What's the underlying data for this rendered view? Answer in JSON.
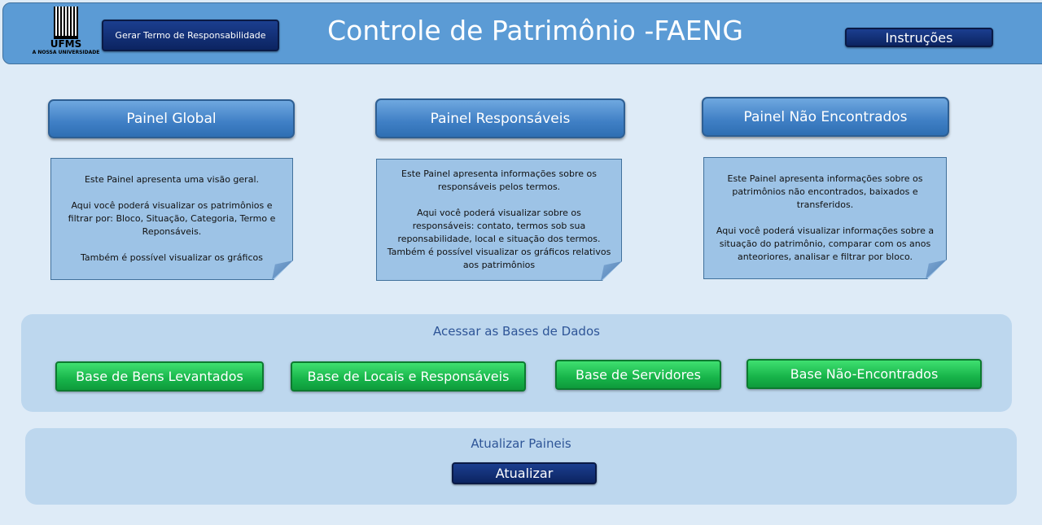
{
  "header": {
    "logo_text": "UFMS",
    "logo_subtext": "A NOSSA UNIVERSIDADE",
    "gerar_label": "Gerar Termo de Responsabilidade",
    "title": "Controle de Patrimônio -FAENG",
    "instrucoes_label": "Instruções"
  },
  "panels": [
    {
      "label": "Painel Global",
      "description": "Este Painel apresenta uma visão geral.\n\nAqui você poderá visualizar os patrimônios e filtrar por:  Bloco, Situação, Categoria, Termo e Reponsáveis.\n\nTambém é possível visualizar os gráficos"
    },
    {
      "label": "Painel Responsáveis",
      "description": "Este Painel apresenta informações sobre os responsáveis pelos termos.\n\nAqui você poderá visualizar sobre os responsáveis: contato, termos sob sua reponsabilidade, local e situação dos termos.\nTambém é possível visualizar os gráficos relativos aos patrimônios"
    },
    {
      "label": "Painel Não Encontrados",
      "description": "Este Painel apresenta informações sobre os patrimônios não encontrados, baixados e transferidos.\n\nAqui você poderá visualizar informações sobre a situação do patrimônio, comparar com os anos anteoriores, analisar e filtrar por bloco."
    }
  ],
  "databases": {
    "title": "Acessar as Bases de Dados",
    "buttons": [
      "Base de Bens Levantados",
      "Base de Locais e Responsáveis",
      "Base de Servidores",
      "Base Não-Encontrados"
    ]
  },
  "update": {
    "title": "Atualizar Paineis",
    "button": "Atualizar"
  }
}
